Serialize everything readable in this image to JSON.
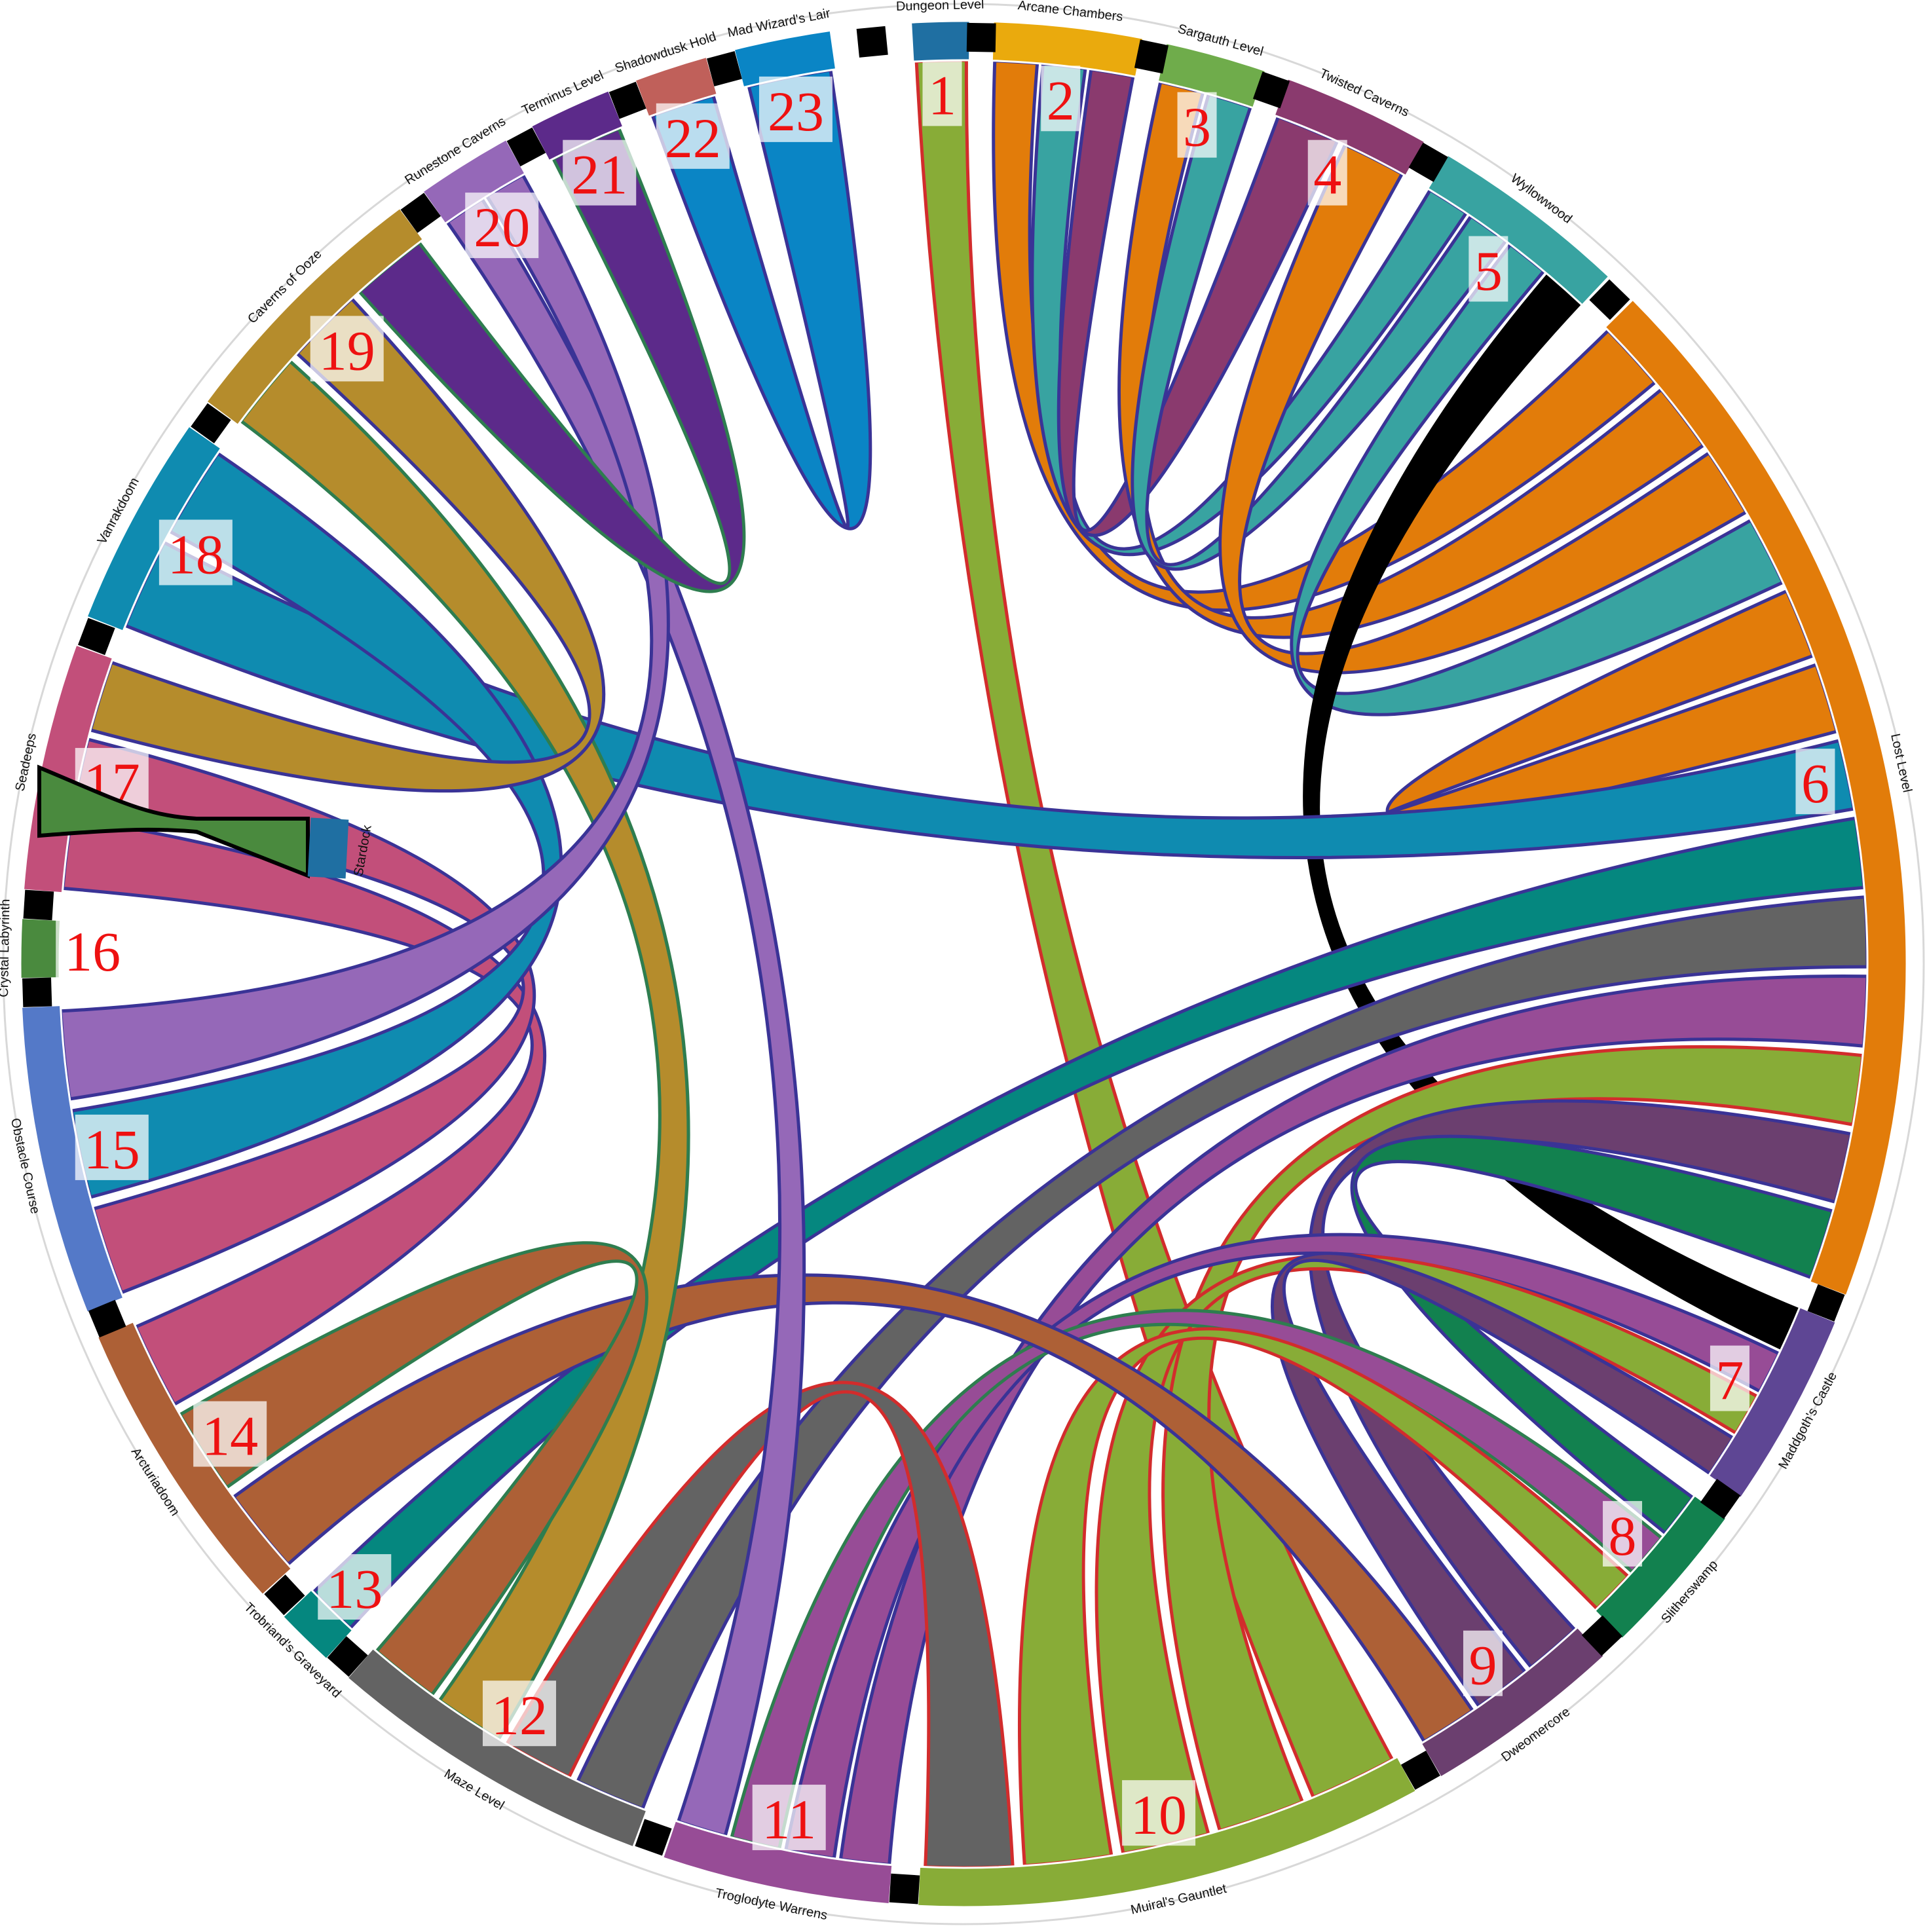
{
  "diagram": {
    "rooms": [
      {
        "id": 1,
        "name": "Dungeon Level",
        "color": "#1f6fa2"
      },
      {
        "id": 2,
        "name": "Arcane Chambers",
        "color": "#eaaa0d"
      },
      {
        "id": 3,
        "name": "Sargauth Level",
        "color": "#6fac4b"
      },
      {
        "id": 4,
        "name": "Twisted Caverns",
        "color": "#8a3a6e"
      },
      {
        "id": 5,
        "name": "Wyllowwood",
        "color": "#38a3a1"
      },
      {
        "id": 6,
        "name": "Lost Level",
        "color": "#e27c0a"
      },
      {
        "id": 7,
        "name": "Maddgoth's Castle",
        "color": "#5e4694"
      },
      {
        "id": 8,
        "name": "Slitherswamp",
        "color": "#12814f"
      },
      {
        "id": 9,
        "name": "Dweomercore",
        "color": "#6b3f6f"
      },
      {
        "id": 10,
        "name": "Muiral's Gauntlet",
        "color": "#88ac37"
      },
      {
        "id": 11,
        "name": "Troglodyte Warrens",
        "color": "#974c96"
      },
      {
        "id": 12,
        "name": "Maze Level",
        "color": "#636363"
      },
      {
        "id": 13,
        "name": "Trobriand's Graveyard",
        "color": "#05877f"
      },
      {
        "id": 14,
        "name": "Arcturiadoom",
        "color": "#ad6036"
      },
      {
        "id": 15,
        "name": "Obstacle Course",
        "color": "#5479c8"
      },
      {
        "id": 16,
        "name": "Crystal Labyrinth",
        "color": "#4a8a3e"
      },
      {
        "id": 17,
        "name": "Seadeeps",
        "color": "#c24f7a"
      },
      {
        "id": 18,
        "name": "Vanrakdoom",
        "color": "#0f8bb0"
      },
      {
        "id": 19,
        "name": "Caverns of Ooze",
        "color": "#b58c2c"
      },
      {
        "id": 20,
        "name": "Runestone Caverns",
        "color": "#9568b8"
      },
      {
        "id": 21,
        "name": "Terminus Level",
        "color": "#5c2a8a"
      },
      {
        "id": 22,
        "name": "Shadowdusk Hold",
        "color": "#c0605a"
      },
      {
        "id": 23,
        "name": "Mad Wizard's Lair",
        "color": "#0a85c5"
      }
    ],
    "extra_node": {
      "name": "Stardock",
      "color": "#1f6fa2"
    },
    "connections": [
      {
        "from": 1,
        "to": 10,
        "color": "#88ac37",
        "border": "#d22c2c"
      },
      {
        "from": 2,
        "to": 6,
        "color": "#e27c0a",
        "border": "#3a3396"
      },
      {
        "from": 2,
        "to": 5,
        "color": "#38a3a1",
        "border": "#3a3396"
      },
      {
        "from": 2,
        "to": 4,
        "color": "#8a3a6e",
        "border": "#3a3396"
      },
      {
        "from": 3,
        "to": 6,
        "color": "#e27c0a",
        "border": "#3a3396"
      },
      {
        "from": 3,
        "to": 5,
        "color": "#38a3a1",
        "border": "#3a3396"
      },
      {
        "from": 4,
        "to": 6,
        "color": "#e27c0a",
        "border": "#3a3396"
      },
      {
        "from": 5,
        "to": 6,
        "color": "#38a3a1",
        "border": "#3a3396"
      },
      {
        "from": 5,
        "to": 7,
        "color": "#000000",
        "border": "#000000"
      },
      {
        "from": 6,
        "to": 6,
        "color": "#e27c0a",
        "border": "#3a3396"
      },
      {
        "from": 6,
        "to": 18,
        "color": "#0f8bb0",
        "border": "#3a3396"
      },
      {
        "from": 6,
        "to": 13,
        "color": "#05877f",
        "border": "#3a3396"
      },
      {
        "from": 6,
        "to": 12,
        "color": "#636363",
        "border": "#3a3396"
      },
      {
        "from": 6,
        "to": 11,
        "color": "#974c96",
        "border": "#3a3396"
      },
      {
        "from": 6,
        "to": 10,
        "color": "#88ac37",
        "border": "#d22c2c"
      },
      {
        "from": 6,
        "to": 9,
        "color": "#6b3f6f",
        "border": "#3a3396"
      },
      {
        "from": 6,
        "to": 8,
        "color": "#12814f",
        "border": "#3a3396"
      },
      {
        "from": 7,
        "to": 11,
        "color": "#974c96",
        "border": "#3a3396"
      },
      {
        "from": 7,
        "to": 10,
        "color": "#88ac37",
        "border": "#d22c2c"
      },
      {
        "from": 7,
        "to": 9,
        "color": "#6b3f6f",
        "border": "#3a3396"
      },
      {
        "from": 8,
        "to": 11,
        "color": "#974c96",
        "border": "#2e7d4f"
      },
      {
        "from": 8,
        "to": 10,
        "color": "#88ac37",
        "border": "#d22c2c"
      },
      {
        "from": 9,
        "to": 14,
        "color": "#ad6036",
        "border": "#3a3396"
      },
      {
        "from": 10,
        "to": 12,
        "color": "#636363",
        "border": "#d22c2c"
      },
      {
        "from": 11,
        "to": 20,
        "color": "#9568b8",
        "border": "#3a3396"
      },
      {
        "from": 12,
        "to": 19,
        "color": "#b58c2c",
        "border": "#2e7d4f"
      },
      {
        "from": 12,
        "to": 14,
        "color": "#ad6036",
        "border": "#2e7d4f"
      },
      {
        "from": 14,
        "to": 17,
        "color": "#c24f7a",
        "border": "#3a3396"
      },
      {
        "from": 15,
        "to": 17,
        "color": "#c24f7a",
        "border": "#3a3396"
      },
      {
        "from": 15,
        "to": 18,
        "color": "#0f8bb0",
        "border": "#3a3396"
      },
      {
        "from": 15,
        "to": 20,
        "color": "#9568b8",
        "border": "#3a3396"
      },
      {
        "from": 16,
        "to": "Stardock",
        "color": "#4a8a3e",
        "border": "#000000"
      },
      {
        "from": 17,
        "to": 19,
        "color": "#b58c2c",
        "border": "#3a3396"
      },
      {
        "from": 19,
        "to": 21,
        "color": "#5c2a8a",
        "border": "#2e7d4f"
      },
      {
        "from": 22,
        "to": 23,
        "color": "#0a85c5",
        "border": "#3a3396"
      }
    ]
  }
}
